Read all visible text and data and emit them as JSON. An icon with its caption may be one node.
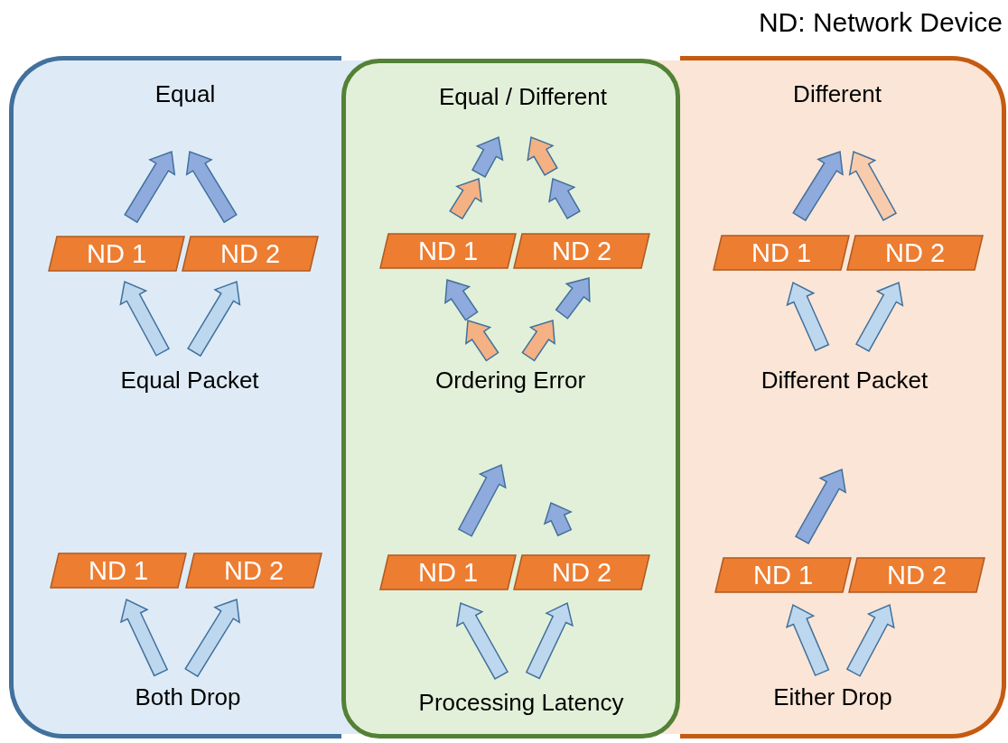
{
  "diagram": {
    "nodes": [
      {
        "text": [
          "Equal"
        ]
      },
      {
        "text": [
          "ND 1"
        ],
        "in": 0
      },
      {
        "text": [
          "ND 2"
        ],
        "in": 0
      },
      {
        "text": [
          "Equal Packet"
        ],
        "in": 0
      },
      {
        "text": [
          "ND 1"
        ],
        "in": 0
      },
      {
        "text": [
          "ND 2"
        ],
        "in": 0
      },
      {
        "text": [
          "Both Drop"
        ],
        "in": 0
      },
      {
        "text": [
          "Equal / Different"
        ]
      },
      {
        "text": [
          "ND 1"
        ],
        "in": 7
      },
      {
        "text": [
          "ND 2"
        ],
        "in": 7
      },
      {
        "text": [
          "Ordering Error"
        ],
        "in": 7
      },
      {
        "text": [
          "ND 1"
        ],
        "in": 7
      },
      {
        "text": [
          "ND 2"
        ],
        "in": 7
      },
      {
        "text": [
          "Processing Latency"
        ],
        "in": 7
      },
      {
        "text": [
          "Different"
        ]
      },
      {
        "text": [
          "ND 1"
        ],
        "in": 14
      },
      {
        "text": [
          "ND 2"
        ],
        "in": 14
      },
      {
        "text": [
          "Different Packet"
        ],
        "in": 14
      },
      {
        "text": [
          "ND 1"
        ],
        "in": 14
      },
      {
        "text": [
          "ND 2"
        ],
        "in": 14
      },
      {
        "text": [
          "Either Drop"
        ],
        "in": 14
      }
    ],
    "edges": [
      {
        "from": 3,
        "to": 1,
        "arrow": "to"
      },
      {
        "from": 3,
        "to": 2,
        "arrow": "to"
      },
      {
        "from": 1,
        "to": null,
        "arrow": "to",
        "color": "#8faadc"
      },
      {
        "from": 2,
        "to": null,
        "arrow": "to",
        "color": "#8faadc"
      },
      {
        "from": 6,
        "to": 4,
        "arrow": "to"
      },
      {
        "from": 6,
        "to": 5,
        "arrow": "to"
      },
      {
        "from": 10,
        "to": null,
        "arrow": "to",
        "color": "#f4b183"
      },
      {
        "from": null,
        "to": 8,
        "arrow": "to",
        "color": "#8faadc"
      },
      {
        "from": 10,
        "to": null,
        "arrow": "to",
        "color": "#f4b183"
      },
      {
        "from": null,
        "to": 9,
        "arrow": "to",
        "color": "#8faadc"
      },
      {
        "from": 8,
        "to": null,
        "arrow": "to",
        "color": "#f4b183"
      },
      {
        "from": 9,
        "to": null,
        "arrow": "to",
        "color": "#8faadc"
      },
      {
        "from": 13,
        "to": 11,
        "arrow": "to"
      },
      {
        "from": 13,
        "to": 12,
        "arrow": "to"
      },
      {
        "from": 11,
        "to": null,
        "arrow": "to",
        "color": "#8faadc"
      },
      {
        "from": 12,
        "to": null,
        "arrow": "to",
        "color": "#8faadc"
      },
      {
        "from": 17,
        "to": 15,
        "arrow": "to"
      },
      {
        "from": 17,
        "to": 16,
        "arrow": "to"
      },
      {
        "from": 15,
        "to": null,
        "arrow": "to",
        "color": "#8faadc"
      },
      {
        "from": 16,
        "to": null,
        "arrow": "to",
        "color": "#f8cbad"
      },
      {
        "from": 20,
        "to": 18,
        "arrow": "to"
      },
      {
        "from": 20,
        "to": 19,
        "arrow": "to"
      },
      {
        "from": 18,
        "to": null,
        "arrow": "to",
        "color": "#8faadc"
      }
    ],
    "labels": [
      "ND: Network Device"
    ]
  }
}
